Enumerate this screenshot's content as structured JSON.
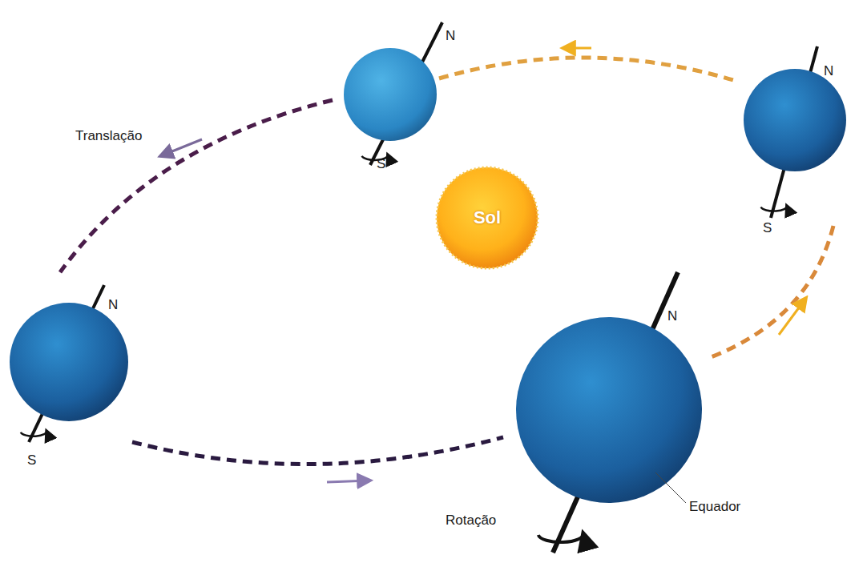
{
  "diagram": {
    "nodes": [
      {
        "text": [
          "Sol"
        ]
      }
    ],
    "labels": [
      "N",
      "Translação",
      "S",
      "N",
      "S",
      "N",
      "S",
      "N",
      "Rotação",
      "Equador"
    ]
  }
}
